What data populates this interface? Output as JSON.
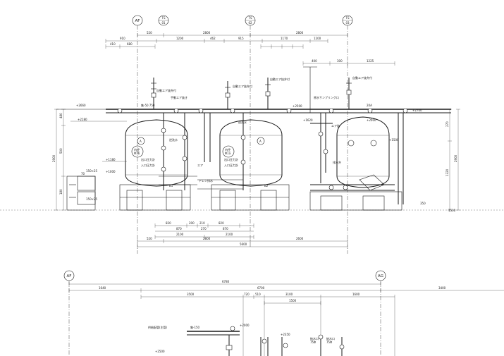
{
  "grid_top": {
    "af": "AF",
    "ts01": "TS\n01",
    "ts02": "TS\n02",
    "ts03": "TS\n03"
  },
  "grid_bottom": {
    "af": "AF",
    "ag": "AG"
  },
  "dims_top": {
    "d_top_1": "520",
    "d_top_2": "2800",
    "d_top_3": "2800",
    "d_mid_1": "1200",
    "d_mid_2": "462",
    "d_mid_3": "915",
    "d_mid_4": "1170",
    "d_mid_5": "1200",
    "d_left_a": "910",
    "d_left_b": "410",
    "d_small": "680",
    "d_right_1": "1225",
    "d_right_2": "400",
    "d_right_3": "300",
    "d_bot_1": "820",
    "d_bot_2": "870",
    "d_bot_3": "200",
    "d_bot_4": "210",
    "d_bot_5": "270",
    "d_bot_6": "820",
    "d_bot_7": "870",
    "d_bot_8": "2100",
    "d_bot_9": "2100",
    "d_bot_10": "520",
    "d_bot_11": "2800",
    "d_bot_12": "2600",
    "d_total": "5600"
  },
  "dims_side": {
    "h_left": "2900",
    "h_right": "2900",
    "h_r1": "1320",
    "h_r2": "270",
    "h_l1": "480",
    "h_l2": "500",
    "h_l3": "180"
  },
  "labels_top": {
    "lbl_manual_air": "手動エア抜き",
    "lbl_auto_air_1": "自動エア抜弁付",
    "lbl_auto_air_2": "自動エア抜弁付",
    "lbl_auto_air_3": "自動エア抜弁付",
    "lbl_sampling": "原水サンプリング口",
    "lbl_pipe_1": "集-50  750",
    "lbl_pipe_2": "20A",
    "lbl_outlet_1": "出口圧力計",
    "lbl_outlet_2": "出口圧力計",
    "lbl_drain": "ドレン排水",
    "lbl_backwash_1": "逆洗水",
    "lbl_backwash_2": "逆洗水",
    "lbl_air": "エア",
    "lbl_air_2": "エア抜",
    "lbl_drain_valve": "排水弁",
    "lbl_tank_a1": "A",
    "lbl_tank_a2": "A",
    "lbl_tank_1": "内径\nΦ1b",
    "lbl_tank_2": "内径\nΦ1a",
    "lbl_inlet_1": "入口圧力計",
    "lbl_inlet_2": "入口圧力計",
    "lbl_elev_1": "+2660",
    "lbl_elev_2": "+2180",
    "lbl_elev_3": "+1620",
    "lbl_elev_4": "+1180",
    "lbl_elev_5": "+1000",
    "lbl_elev_6": "+2500",
    "lbl_elev_7": "+2000",
    "lbl_elev_8": "+1500",
    "lbl_elev_9": "+2700",
    "lbl_panel": "70",
    "lbl_panel_sz": "150×25",
    "lbl_panel_2": "150×25",
    "lbl_sub_1": "B1",
    "lbl_sub_2": "B2",
    "lbl_ctrl_1": "350",
    "lbl_ctrl_2": "1500"
  },
  "dims_bottom": {
    "b_total": "6780",
    "b_1": "1640",
    "b_2": "6700",
    "b_3": "3400",
    "b_4": "3500",
    "b_5": "720",
    "b_6": "510",
    "b_7": "1500",
    "b_8": "3100",
    "b_9": "1600"
  },
  "labels_bottom": {
    "lbl_pipe_b1": "供給配管(主管)",
    "lbl_pipe_b2": "集-150",
    "lbl_pipe_b3": "150",
    "lbl_elev_b1": "+2500",
    "lbl_elev_b2": "+2000",
    "lbl_elev_b3": "+2350",
    "lbl_note_b1": "給水口\n75Φ",
    "lbl_note_b2": "給水口\n75Φ"
  }
}
